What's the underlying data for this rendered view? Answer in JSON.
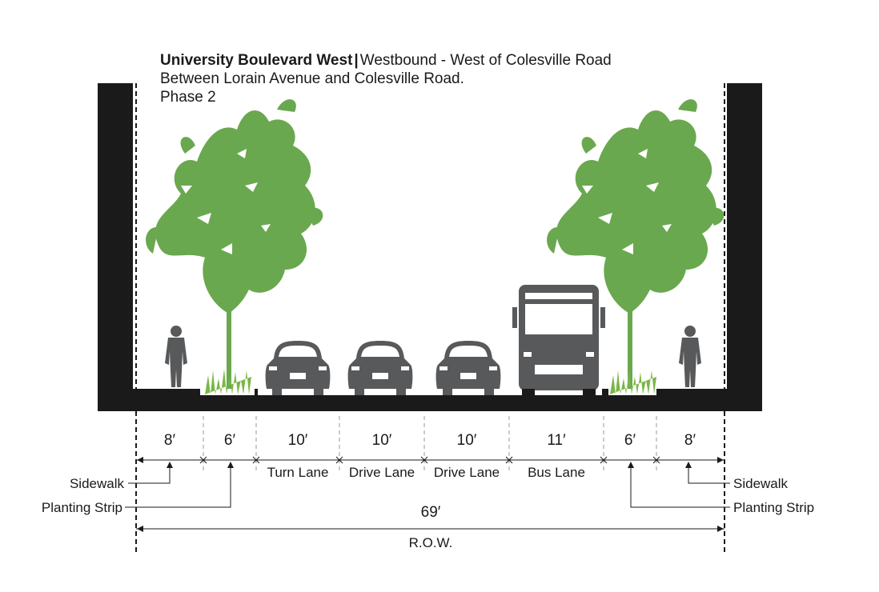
{
  "title": {
    "bold": "University Boulevard West",
    "separator": "|",
    "rest": "Westbound - West of Colesville Road",
    "line2": "Between Lorain Avenue and Colesville Road.",
    "line3": "Phase 2"
  },
  "segments": [
    {
      "width": "8′",
      "label": ""
    },
    {
      "width": "6′",
      "label": ""
    },
    {
      "width": "10′",
      "label": "Turn Lane"
    },
    {
      "width": "10′",
      "label": "Drive Lane"
    },
    {
      "width": "10′",
      "label": "Drive Lane"
    },
    {
      "width": "11′",
      "label": "Bus Lane"
    },
    {
      "width": "6′",
      "label": ""
    },
    {
      "width": "8′",
      "label": ""
    }
  ],
  "callouts": {
    "left_sidewalk": "Sidewalk",
    "left_planting": "Planting Strip",
    "right_sidewalk": "Sidewalk",
    "right_planting": "Planting Strip"
  },
  "total_width": "69′",
  "row_label": "R.O.W.",
  "colors": {
    "ink": "#1a1a1a",
    "tree": "#6aa84f",
    "grass": "#7ab648",
    "vehicle": "#58595b",
    "pedestrian": "#58595b"
  }
}
